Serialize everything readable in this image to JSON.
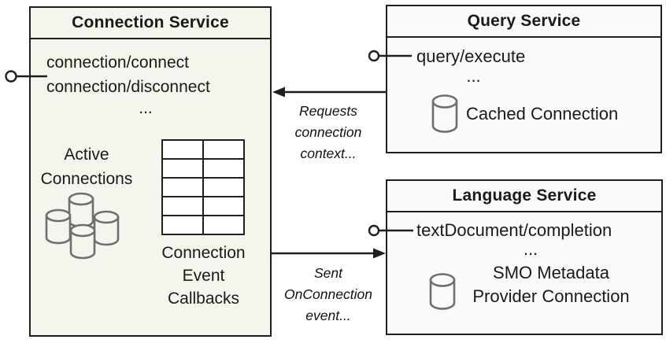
{
  "colors": {
    "connection_box_fill": "#f3f6ec",
    "service_box_fill": "#fafafa",
    "border": "#1f1f1f",
    "cylinder_stroke": "#6f6f6f"
  },
  "connection_service": {
    "title": "Connection Service",
    "methods": [
      "connection/connect",
      "connection/disconnect",
      "..."
    ],
    "active_connections_label": "Active\nConnections",
    "callbacks_label": "Connection\nEvent\nCallbacks",
    "table": {
      "rows": 5,
      "cols": 2
    }
  },
  "query_service": {
    "title": "Query Service",
    "method": "query/execute",
    "ellipsis": "...",
    "cache_label": "Cached Connection"
  },
  "language_service": {
    "title": "Language Service",
    "method": "textDocument/completion",
    "ellipsis": "...",
    "cache_label": "SMO Metadata\nProvider Connection"
  },
  "arrows": [
    {
      "label": "Requests\nconnection\ncontext...",
      "direction": "right-to-left"
    },
    {
      "label": "Sent\nOnConnection\nevent...",
      "direction": "left-to-right"
    }
  ]
}
